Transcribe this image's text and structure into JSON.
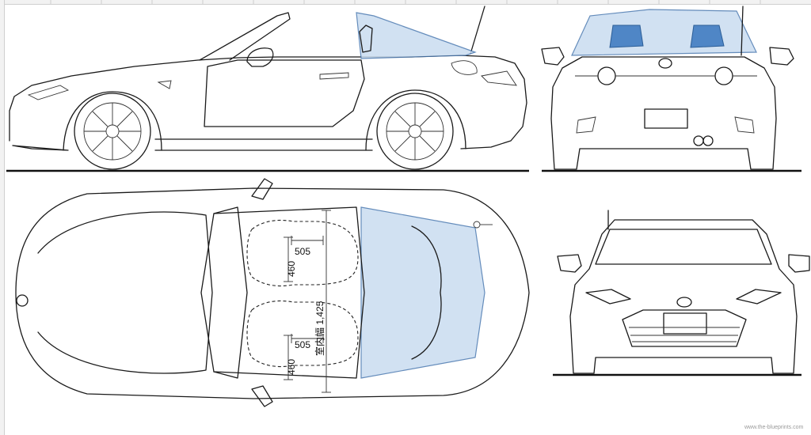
{
  "colors": {
    "line": "#1a1a1a",
    "glass_light": "#c9dcf0",
    "glass_dark": "#4f86c6",
    "background": "#ffffff",
    "grid": "#d9d9d9"
  },
  "views": {
    "side": "side-view",
    "rear": "rear-view",
    "top": "top-view",
    "front": "front-view"
  },
  "dimensions": {
    "front_seat_width": "505",
    "front_seat_depth": "460",
    "rear_seat_width": "505",
    "rear_seat_depth": "460",
    "interior_width_label": "室内幅 1,425"
  },
  "watermark": "www.the-blueprints.com"
}
